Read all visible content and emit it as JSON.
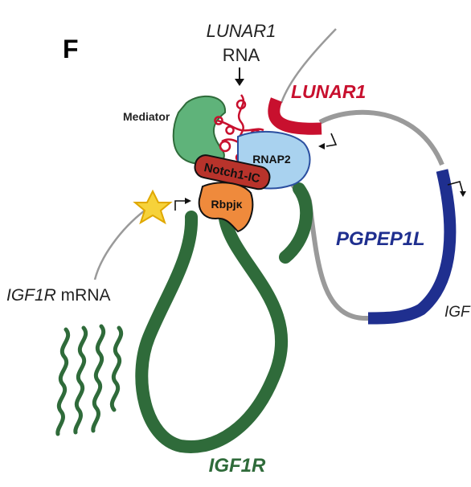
{
  "figure": {
    "panel_label": "F",
    "lunar1_rna_label_top": "LUNAR1",
    "lunar1_rna_label_bottom": "RNA",
    "mediator_label": "Mediator",
    "rnap2_label": "RNAP2",
    "notch1_label": "Notch1-IC",
    "rbpj_label": "Rbpjκ",
    "lunar1_gene_label": "LUNAR1",
    "pgpep1l_label": "PGPEP1L",
    "igf1r_mrna_italic": "IGF1R",
    "igf1r_mrna_suffix": " mRNA",
    "igf1r_gene_label": "IGF1R",
    "cutoff_label": "IGF",
    "colors": {
      "lunar1_red": "#c8102e",
      "pgpep1l_blue": "#1f2f8f",
      "igf1r_green": "#2f6b3a",
      "linker_gray": "#9a9a9a",
      "mediator_green": "#5fb37a",
      "rnap2_blue": "#a9d2ef",
      "notch_red": "#b8332b",
      "rbpj_orange": "#ef8a3c",
      "star_yellow": "#f6d23a"
    }
  }
}
